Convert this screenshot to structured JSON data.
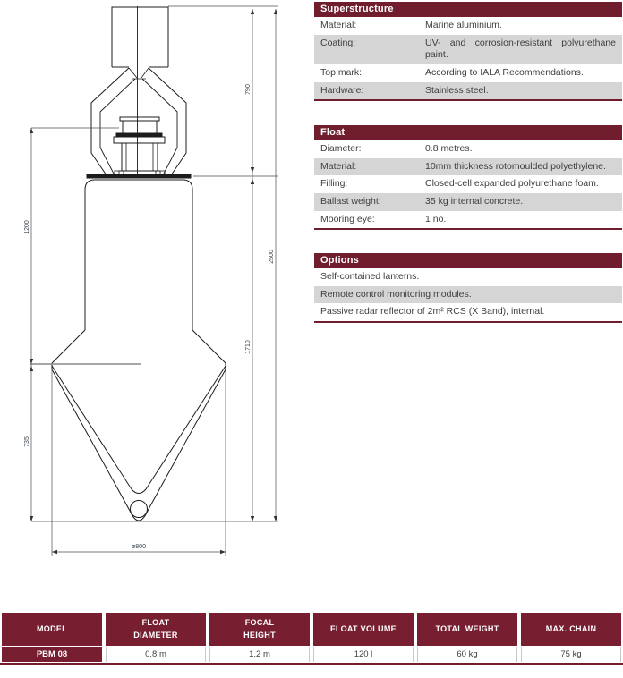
{
  "colors": {
    "accent_maroon": "#701d2e",
    "row_alt_gray": "#d5d5d5"
  },
  "drawing": {
    "dims": {
      "top_section": "790",
      "focal_height": "1200",
      "overall_height": "2500",
      "lower_section": "1710",
      "tail_cone": "735",
      "diameter": "ø800"
    }
  },
  "tables": {
    "superstructure": {
      "title": "Superstructure",
      "rows": [
        {
          "label": "Material:",
          "value": "Marine aluminium."
        },
        {
          "label": "Coating:",
          "value": "UV- and corrosion-resistant polyurethane paint."
        },
        {
          "label": "Top mark:",
          "value": "According to IALA Recommendations."
        },
        {
          "label": "Hardware:",
          "value": "Stainless steel."
        }
      ]
    },
    "float": {
      "title": "Float",
      "rows": [
        {
          "label": "Diameter:",
          "value": "0.8 metres."
        },
        {
          "label": "Material:",
          "value": "10mm thickness rotomoulded polyethylene."
        },
        {
          "label": "Filling:",
          "value": "Closed-cell expanded polyurethane foam."
        },
        {
          "label": "Ballast weight:",
          "value": "35 kg internal concrete."
        },
        {
          "label": "Mooring eye:",
          "value": "1 no."
        }
      ]
    },
    "options": {
      "title": "Options",
      "rows": [
        "Self-contained lanterns.",
        "Remote control monitoring modules.",
        "Passive radar reflector of 2m² RCS (X Band), internal."
      ]
    }
  },
  "spec_table": {
    "headers": [
      "MODEL",
      "FLOAT\nDIAMETER",
      "FOCAL\nHEIGHT",
      "FLOAT VOLUME",
      "TOTAL WEIGHT",
      "MAX. CHAIN"
    ],
    "row": {
      "model": "PBM 08",
      "float_diameter": "0.8 m",
      "focal_height": "1.2 m",
      "float_volume": "120 l",
      "total_weight": "60 kg",
      "max_chain": "75 kg"
    }
  }
}
